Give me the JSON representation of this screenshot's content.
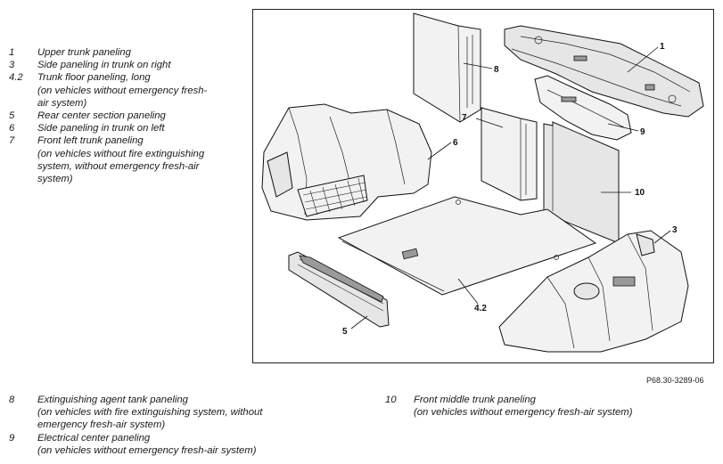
{
  "legend_top": [
    {
      "num": "1",
      "text": "Upper trunk paneling"
    },
    {
      "num": "3",
      "text": "Side paneling in trunk on right"
    },
    {
      "num": "4.2",
      "text": "Trunk floor paneling, long\n(on vehicles without emergency fresh-\nair system)"
    },
    {
      "num": "5",
      "text": "Rear center section paneling"
    },
    {
      "num": "6",
      "text": "Side paneling in trunk on left"
    },
    {
      "num": "7",
      "text": "Front left trunk paneling\n(on vehicles without fire extinguishing\nsystem, without emergency fresh-air\nsystem)"
    }
  ],
  "legend_bottom_left": [
    {
      "num": "8",
      "text": "Extinguishing agent tank paneling\n(on vehicles with fire extinguishing system, without\nemergency fresh-air system)"
    },
    {
      "num": "9",
      "text": "Electrical center paneling\n(on vehicles without emergency fresh-air system)"
    }
  ],
  "legend_bottom_right": [
    {
      "num": "10",
      "text": "Front middle trunk paneling\n(on vehicles without emergency fresh-air system)"
    }
  ],
  "figure": {
    "code": "P68.30-3289-06",
    "callouts": {
      "c1": "1",
      "c3": "3",
      "c42": "4.2",
      "c5": "5",
      "c6": "6",
      "c7": "7",
      "c8": "8",
      "c9": "9",
      "c10": "10"
    }
  }
}
